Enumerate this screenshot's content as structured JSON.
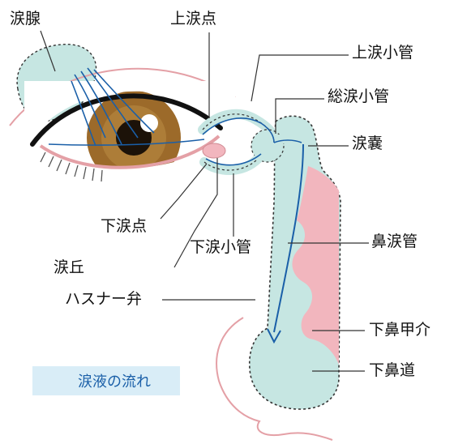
{
  "labels": {
    "lacrimal_gland": "涙腺",
    "upper_punctum": "上涙点",
    "upper_canaliculus": "上涙小管",
    "common_canaliculus": "総涙小管",
    "lacrimal_sac": "涙嚢",
    "lower_punctum": "下涙点",
    "lower_canaliculus": "下涙小管",
    "nasolacrimal_duct": "鼻涙管",
    "caruncle": "涙丘",
    "hasner_valve": "ハスナー弁",
    "inferior_turbinate": "下鼻甲介",
    "inferior_meatus": "下鼻道"
  },
  "legend": {
    "label": "涙液の流れ",
    "arrow_color": "#1a5fa8",
    "background": "#d9edf7"
  },
  "colors": {
    "duct_fill": "#c6e6e2",
    "turbinate_fill": "#f2b6be",
    "tear_flow": "#1a5fa8",
    "lid_line": "#e4a0a6",
    "iris": "#9c6a2a",
    "outline": "#333333"
  }
}
